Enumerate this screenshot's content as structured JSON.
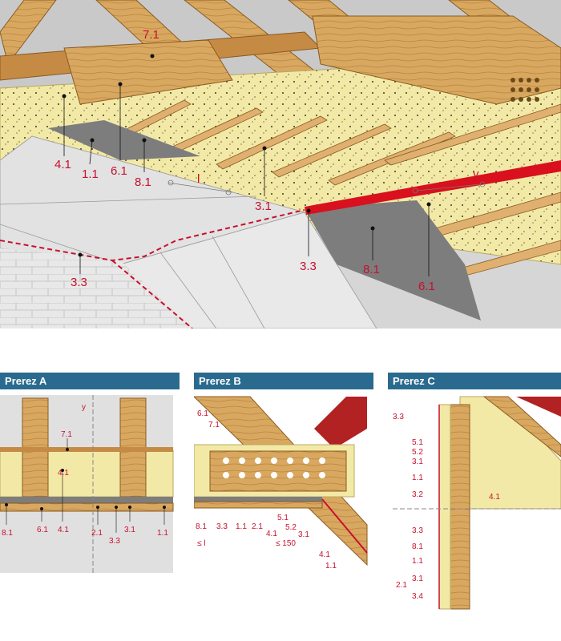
{
  "main_view": {
    "labels": {
      "l71": "7.1",
      "l41": "4.1",
      "l11": "1.1",
      "l61a": "6.1",
      "l81a": "8.1",
      "dim_l": "l",
      "l31": "3.1",
      "dim_y": "y",
      "l33a": "3.3",
      "l33b": "3.3",
      "l81b": "8.1",
      "l61b": "6.1"
    }
  },
  "sections": [
    {
      "title": "Prerez A",
      "labels": {
        "y": "y",
        "l71": "7.1",
        "l41top": "4.1",
        "l81": "8.1",
        "l61": "6.1",
        "l41": "4.1",
        "l21": "2.1",
        "l33": "3.3",
        "l31": "3.1",
        "l11": "1.1"
      }
    },
    {
      "title": "Prerez B",
      "labels": {
        "l61": "6.1",
        "l71": "7.1",
        "l81": "8.1",
        "l33": "3.3",
        "l11a": "1.1",
        "l21": "2.1",
        "l41a": "4.1",
        "l51": "5.1",
        "l52": "5.2",
        "l31": "3.1",
        "le_l": "≤ l",
        "le_150": "≤ 150",
        "l41b": "4.1",
        "l11b": "1.1"
      }
    },
    {
      "title": "Prerez C",
      "labels": {
        "l33top": "3.3",
        "l51": "5.1",
        "l52": "5.2",
        "l31a": "3.1",
        "l11a": "1.1",
        "l32": "3.2",
        "l41": "4.1",
        "l33": "3.3",
        "l81": "8.1",
        "l11b": "1.1",
        "l21": "2.1",
        "l31b": "3.1",
        "l34": "3.4"
      }
    }
  ],
  "colors": {
    "label": "#c8102e",
    "header": "#2a6a8e",
    "wood": "#d9a860",
    "insulation": "#f3e9a6",
    "membrane": "#7a7a7a",
    "board": "#e4e4e4",
    "tile": "#b22222"
  }
}
